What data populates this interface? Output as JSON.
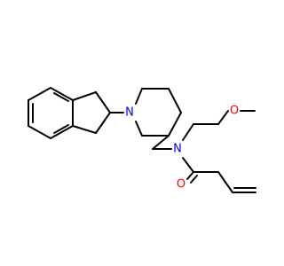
{
  "molecule": {
    "atoms": {
      "n_piperidine": {
        "symbol": "N",
        "color": "#0000ff"
      },
      "n_amide": {
        "symbol": "N",
        "color": "#0000ff"
      },
      "o_ether": {
        "symbol": "O",
        "color": "#ff0000"
      },
      "o_carbonyl": {
        "symbol": "O",
        "color": "#ff0000"
      }
    },
    "bond_color": "#000000"
  }
}
